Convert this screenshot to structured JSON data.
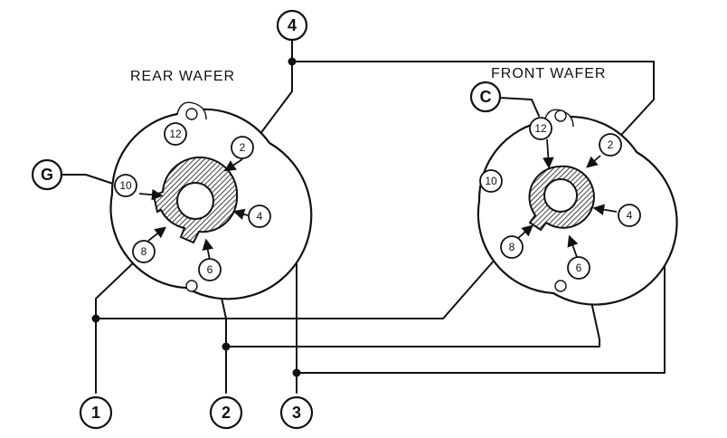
{
  "wafers": {
    "rear": {
      "title": "REAR WAFER",
      "common_label": "G",
      "contacts": [
        "12",
        "2",
        "10",
        "4",
        "8",
        "6"
      ]
    },
    "front": {
      "title": "FRONT WAFER",
      "common_label": "C",
      "contacts": [
        "12",
        "2",
        "10",
        "4",
        "8",
        "6"
      ]
    }
  },
  "top_terminal": {
    "label": "4"
  },
  "bottom_terminals": [
    {
      "label": "1"
    },
    {
      "label": "2"
    },
    {
      "label": "3"
    }
  ]
}
